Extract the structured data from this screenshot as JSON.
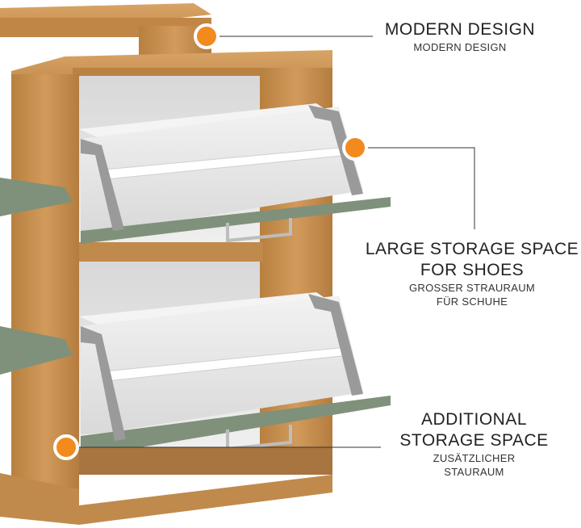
{
  "callouts": {
    "modern_design": {
      "title": "MODERN DESIGN",
      "subtitle": "MODERN DESIGN"
    },
    "large_storage": {
      "title": "LARGE STORAGE SPACE\nFOR SHOES",
      "subtitle": "GROSSER STRAURAUM\nFÜR SCHUHE"
    },
    "additional_storage": {
      "title": "ADDITIONAL\nSTORAGE SPACE",
      "subtitle": "ZUSÄTZLICHER\nSTAURAUM"
    }
  },
  "colors": {
    "wood": "#c8955a",
    "wood_dark": "#a87440",
    "sage_green": "#7f917a",
    "interior_grey": "#e6e6e6",
    "metal_grey": "#9a9a9a",
    "marker_orange": "#f28a1e"
  }
}
